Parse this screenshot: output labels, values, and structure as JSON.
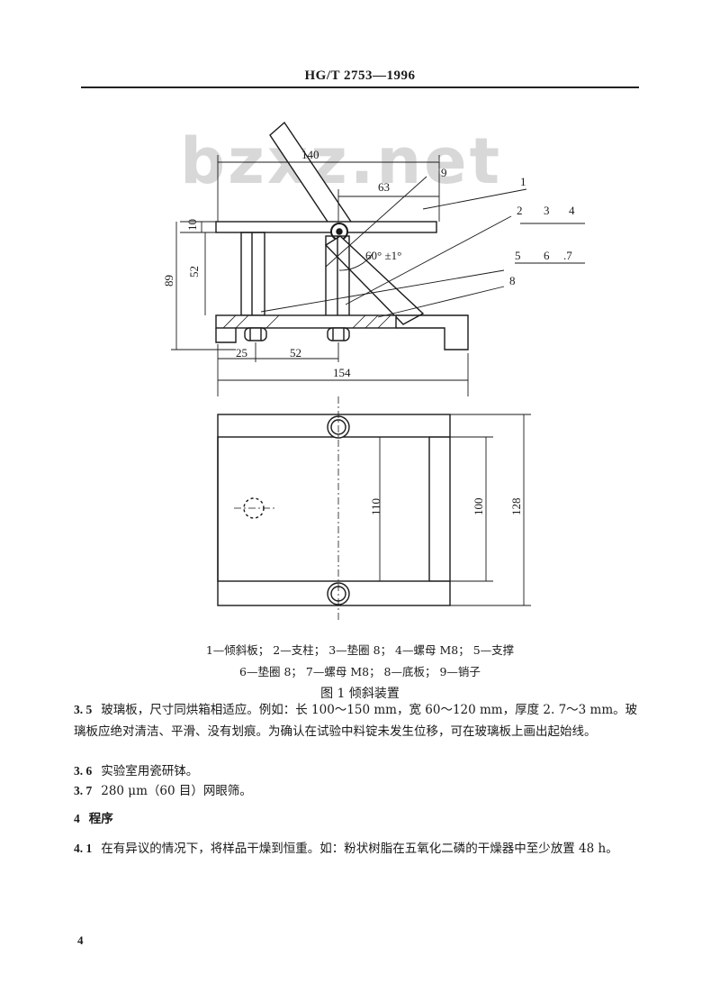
{
  "header": {
    "standard_code": "HG/T 2753—1996"
  },
  "watermark": {
    "text": "bzxz.net"
  },
  "figure": {
    "dimensions": {
      "d140": "140",
      "d63": "63",
      "d10": "10",
      "d52v": "52",
      "d89": "89",
      "d25": "25",
      "d52h": "52",
      "d154": "154",
      "d110": "110",
      "d100": "100",
      "d128": "128"
    },
    "angle_label": "60° ±1°",
    "callouts": {
      "c1": "1",
      "c2": "2",
      "c3": "3",
      "c4": "4",
      "c5": "5",
      "c6": "6",
      "c7": ".7",
      "c8": "8",
      "c9": "9"
    },
    "legend_line1": "1—倾斜板；  2—支柱；  3—垫圈 8；  4—螺母 M8；  5—支撑",
    "legend_line2": "6—垫圈 8；  7—螺母 M8；  8—底板；  9—销子",
    "title": "图 1   倾斜装置"
  },
  "sections": [
    {
      "num": "3. 5",
      "text": "玻璃板，尺寸同烘箱相适应。例如：长 100～150 mm，宽 60～120 mm，厚度 2. 7～3 mm。玻璃板应绝对清洁、平滑、没有划痕。为确认在试验中料锭未发生位移，可在玻璃板上画出起始线。"
    },
    {
      "num": "3. 6",
      "text": "实验室用瓷研钵。"
    },
    {
      "num": "3. 7",
      "text": "280 μm（60 目）网眼筛。"
    },
    {
      "num": "4",
      "text": "程序"
    },
    {
      "num": "4. 1",
      "text": "在有异议的情况下，将样品干燥到恒重。如：粉状树脂在五氧化二磷的干燥器中至少放置 48 h。"
    }
  ],
  "page_number": "4"
}
